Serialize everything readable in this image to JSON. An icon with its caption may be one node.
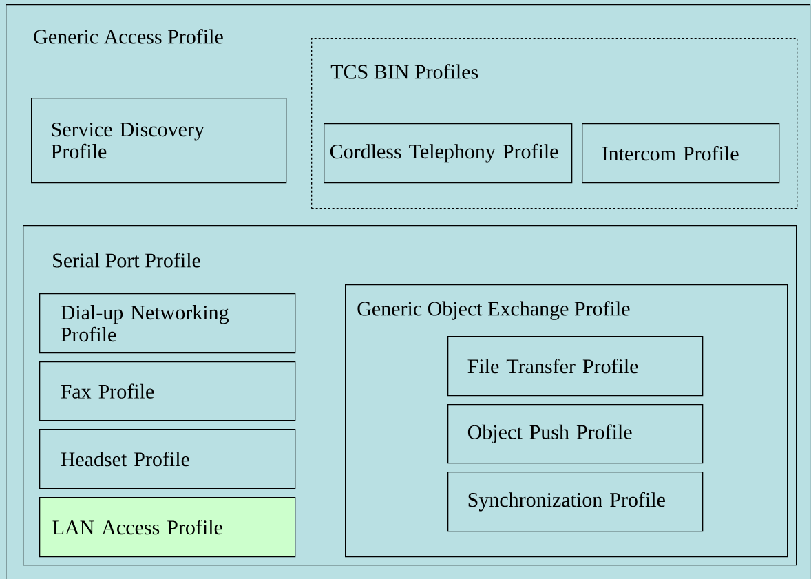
{
  "diagram": {
    "nodes": [
      {
        "text": [
          "Generic Access Profile"
        ]
      },
      {
        "text": [
          "Service Discovery Profile"
        ],
        "in": 0
      },
      {
        "text": [
          "TCS BIN Profiles"
        ],
        "in": 0
      },
      {
        "text": [
          "Cordless Telephony Profile"
        ],
        "in": 2
      },
      {
        "text": [
          "Intercom Profile"
        ],
        "in": 2
      },
      {
        "text": [
          "Serial Port Profile"
        ],
        "in": 0
      },
      {
        "text": [
          "Dial-up Networking Profile"
        ],
        "in": 5
      },
      {
        "text": [
          "Fax Profile"
        ],
        "in": 5
      },
      {
        "text": [
          "Headset Profile"
        ],
        "in": 5
      },
      {
        "text": [
          "LAN Access Profile"
        ],
        "in": 5
      },
      {
        "text": [
          "Generic Object Exchange Profile"
        ],
        "in": 5
      },
      {
        "text": [
          "File Transfer Profile"
        ],
        "in": 10
      },
      {
        "text": [
          "Object Push Profile"
        ],
        "in": 10
      },
      {
        "text": [
          "Synchronization Profile"
        ],
        "in": 10
      }
    ]
  }
}
